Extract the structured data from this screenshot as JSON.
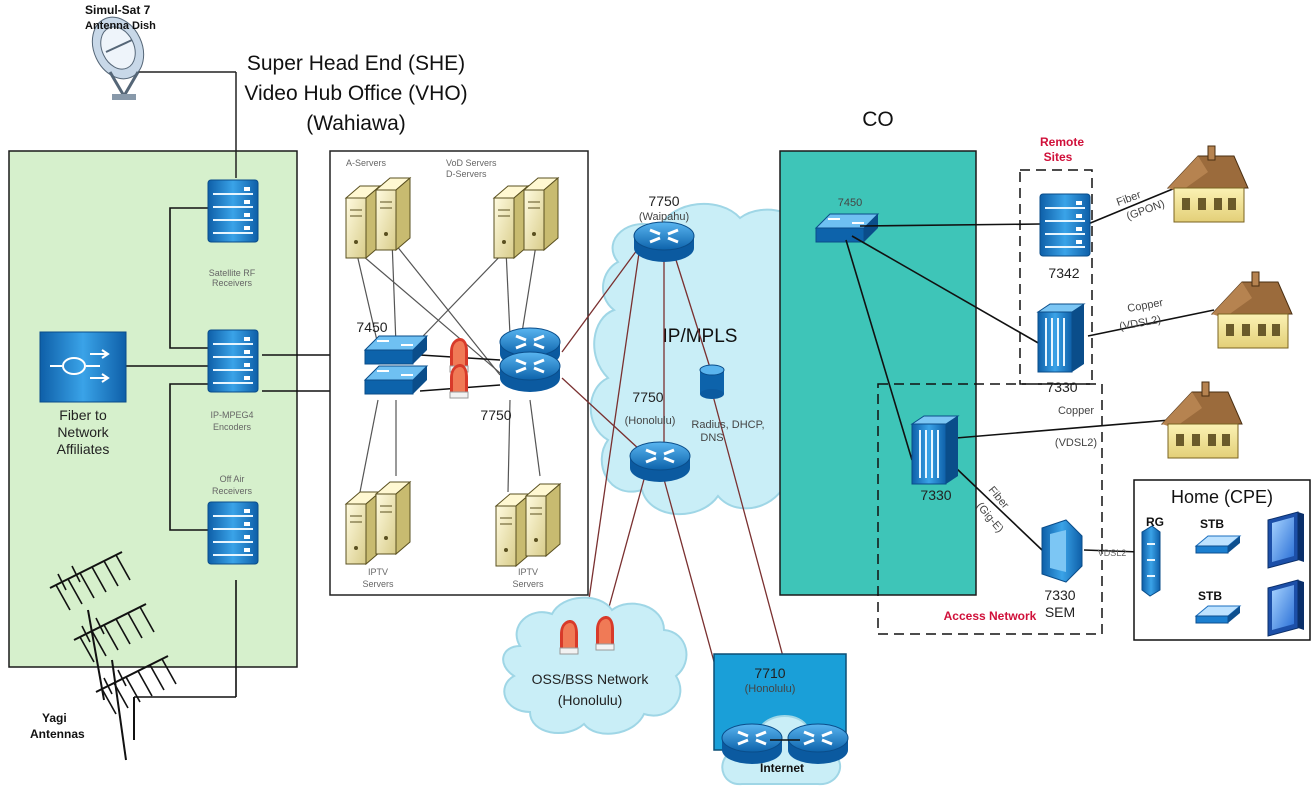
{
  "title": {
    "line1": "Super Head End (SHE)",
    "line2": "Video Hub Office (VHO)",
    "line3": "(Wahiawa)"
  },
  "antenna_dish": {
    "line1": "Simul-Sat 7",
    "line2": "Antenna Dish"
  },
  "yagi": {
    "line1": "Yagi",
    "line2": "Antennas"
  },
  "fiber_affiliates": {
    "line1": "Fiber to",
    "line2": "Network",
    "line3": "Affiliates"
  },
  "she_labels": {
    "satellite_rx": {
      "line1": "Satellite RF",
      "line2": "Receivers"
    },
    "encoders": {
      "line1": "IP-MPEG4",
      "line2": "Encoders"
    },
    "offair_rx": {
      "line1": "Off Air",
      "line2": "Receivers"
    }
  },
  "vho": {
    "a_servers": "A-Servers",
    "vod_servers": {
      "line1": "VoD Servers",
      "line2": "D-Servers"
    },
    "iptv_left": {
      "line1": "IPTV",
      "line2": "Servers"
    },
    "iptv_right": {
      "line1": "IPTV",
      "line2": "Servers"
    },
    "switch_7450": "7450",
    "router_7750": "7750"
  },
  "core": {
    "ipmpls": "IP/MPLS",
    "wpahu": {
      "line1": "7750",
      "line2": "(Waipahu)"
    },
    "honolulu": {
      "line1": "7750",
      "line2": "(Honolulu)"
    },
    "radius": {
      "line1": "Radius, DHCP,",
      "line2": "DNS"
    }
  },
  "oss": {
    "line1": "OSS/BSS Network",
    "line2": "(Honolulu)"
  },
  "internet": {
    "line1": "7710",
    "line2": "(Honolulu)",
    "cloud": "Internet"
  },
  "co": {
    "label": "CO",
    "switch_7450": "7450",
    "dslam_7330": "7330"
  },
  "remote": {
    "title_line1": "Remote",
    "title_line2": "Sites",
    "olt_7342": "7342",
    "dslam_7330": "7330"
  },
  "access": {
    "label": "Access Network",
    "sem_line1": "7330",
    "sem_line2": "SEM",
    "vdsl2": "VDSL2"
  },
  "links": {
    "fiber_gpon": {
      "line1": "Fiber",
      "line2": "(GPON)"
    },
    "copper_1": {
      "line1": "Copper",
      "line2": "(VDSL2)"
    },
    "copper_2": {
      "line1": "Copper",
      "line2": "(VDSL2)"
    },
    "fiber_gige": {
      "line1": "Fiber",
      "line2": "(Gig-E)"
    }
  },
  "home": {
    "title": "Home (CPE)",
    "rg": "RG",
    "stb1": "STB",
    "stb2": "STB"
  },
  "colors": {
    "green_panel": "#d6f0cc",
    "teal_panel": "#3ec5b8",
    "device_blue": "#1b7fd0",
    "cloud_blue": "#c9eef7",
    "firewall_red": "#d83a2a"
  }
}
